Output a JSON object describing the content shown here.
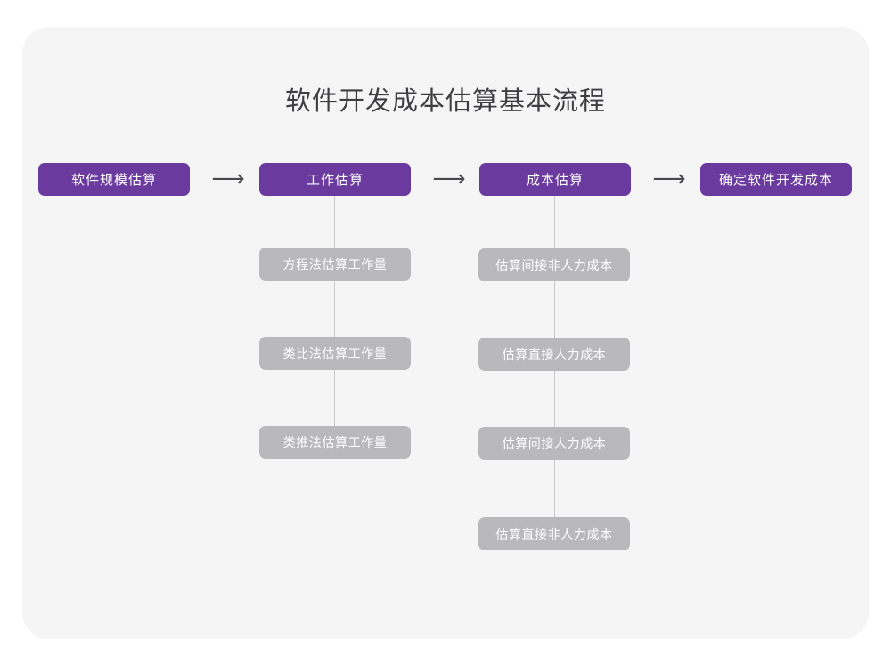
{
  "diagram": {
    "title": "软件开发成本估算基本流程",
    "arrow_glyph": "⟶",
    "colors": {
      "page_background": "#ffffff",
      "card_background": "#f5f5f6",
      "stage_box": "#6b3a9e",
      "sub_box": "#b9b9bb",
      "box_text": "#ffffff",
      "title_text": "#3f3f41",
      "connector_line": "#c9c9cb",
      "arrow": "#4a4a4c"
    },
    "stages": [
      {
        "id": "stage-1",
        "label": "软件规模估算"
      },
      {
        "id": "stage-2",
        "label": "工作估算"
      },
      {
        "id": "stage-3",
        "label": "成本估算"
      },
      {
        "id": "stage-4",
        "label": "确定软件开发成本"
      }
    ],
    "arrows": [
      {
        "id": "arrow-1",
        "from": "stage-1",
        "to": "stage-2"
      },
      {
        "id": "arrow-2",
        "from": "stage-2",
        "to": "stage-3"
      },
      {
        "id": "arrow-3",
        "from": "stage-3",
        "to": "stage-4"
      }
    ],
    "branches": [
      {
        "parent": "stage-2",
        "items": [
          {
            "label": "方程法估算工作量"
          },
          {
            "label": "类比法估算工作量"
          },
          {
            "label": "类推法估算工作量"
          }
        ]
      },
      {
        "parent": "stage-3",
        "items": [
          {
            "label": "估算间接非人力成本"
          },
          {
            "label": "估算直接人力成本"
          },
          {
            "label": "估算间接人力成本"
          },
          {
            "label": "估算直接非人力成本"
          }
        ]
      }
    ]
  }
}
